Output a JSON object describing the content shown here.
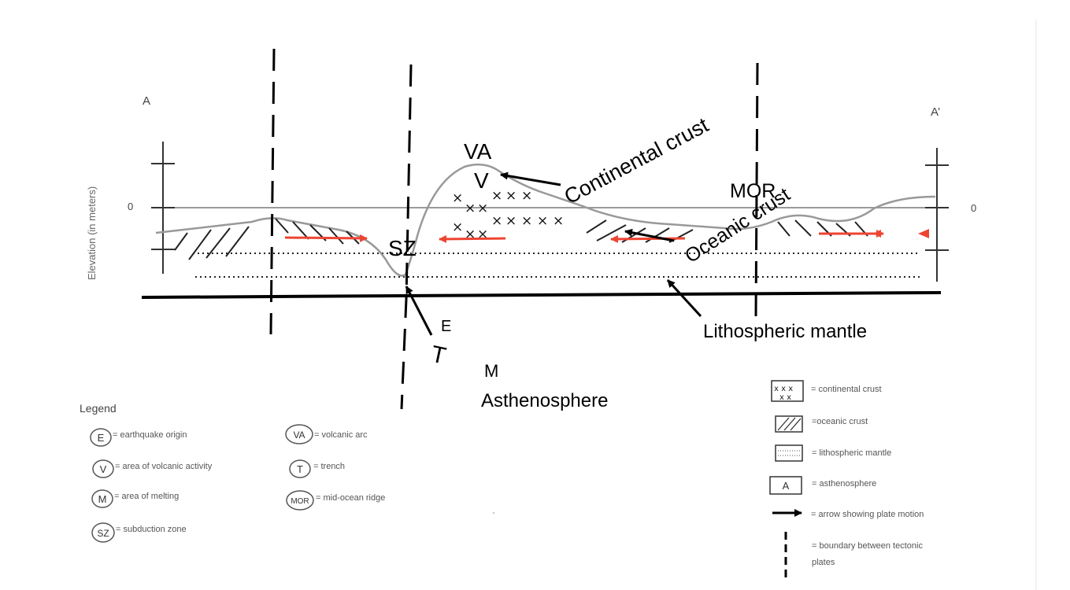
{
  "diagram": {
    "label_a": "A",
    "label_a_prime": "A’",
    "y_axis_label": "Elevation (in meters)",
    "zero_left": "0",
    "zero_right": "0"
  },
  "annotations": {
    "va": "VA",
    "v": "V",
    "continental_crust": "Continental crust",
    "mor": "MOR",
    "oceanic_crust": "Oceanic crust",
    "sz": "SZ",
    "e": "E",
    "t": "T",
    "lithospheric_mantle": "Lithospheric mantle",
    "m": "M",
    "asthenosphere": "Asthenosphere"
  },
  "legend_left": {
    "title": "Legend",
    "items": [
      {
        "symbol": "E",
        "text": "= earthquake origin"
      },
      {
        "symbol": "V",
        "text": "= area of volcanic activity"
      },
      {
        "symbol": "M",
        "text": "= area of melting"
      },
      {
        "symbol": "SZ",
        "text": "= subduction zone"
      },
      {
        "symbol": "VA",
        "text": "= volcanic arc"
      },
      {
        "symbol": "T",
        "text": "= trench"
      },
      {
        "symbol": "MOR",
        "text": "= mid-ocean ridge"
      }
    ]
  },
  "legend_right": {
    "items": [
      {
        "text": "= continental crust"
      },
      {
        "text": "=oceanic crust"
      },
      {
        "text": "= lithospheric mantle"
      },
      {
        "symbol": "A",
        "text": "= asthenosphere"
      },
      {
        "text": "= arrow showing plate motion"
      },
      {
        "text": "= boundary between tectonic"
      },
      {
        "text": "plates"
      }
    ]
  },
  "colors": {
    "arrow_red": "#ee4433",
    "surface": "#999999",
    "ink": "#000000",
    "legend_text": "#444444"
  }
}
